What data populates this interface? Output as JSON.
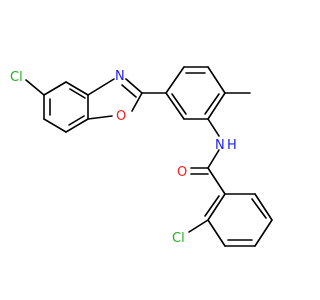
{
  "molecule": {
    "colors": {
      "bond": "#000000",
      "Cl": "#22b022",
      "N": "#2020ee",
      "O": "#ee2020",
      "background": "#ffffff"
    },
    "labels": {
      "cl_top": "Cl",
      "n_oxazole": "N",
      "o_oxazole": "O",
      "nh": "N",
      "h": "H",
      "o_carbonyl": "O",
      "cl_bottom": "Cl"
    }
  }
}
